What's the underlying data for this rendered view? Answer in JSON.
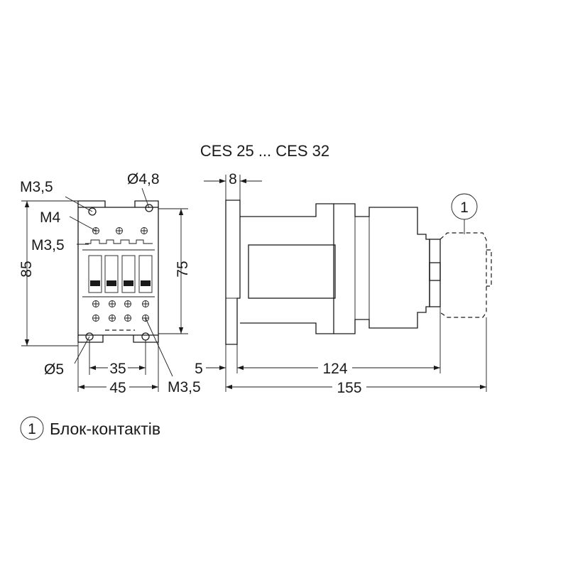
{
  "title": "CES 25 ... CES 32",
  "front_view": {
    "label_m35_top": "M3,5",
    "label_m4": "M4",
    "label_m35_mid": "M3,5",
    "label_d48": "Ø4,8",
    "label_d5": "Ø5",
    "label_m35_bottom": "M3,5",
    "dim_height_85": "85",
    "dim_height_75": "75",
    "dim_width_35": "35",
    "dim_width_45": "45"
  },
  "side_view": {
    "dim_8": "8",
    "dim_5": "5",
    "dim_124": "124",
    "dim_155": "155",
    "callout": "1"
  },
  "legend": {
    "number": "1",
    "text": "Блок-контактів"
  }
}
